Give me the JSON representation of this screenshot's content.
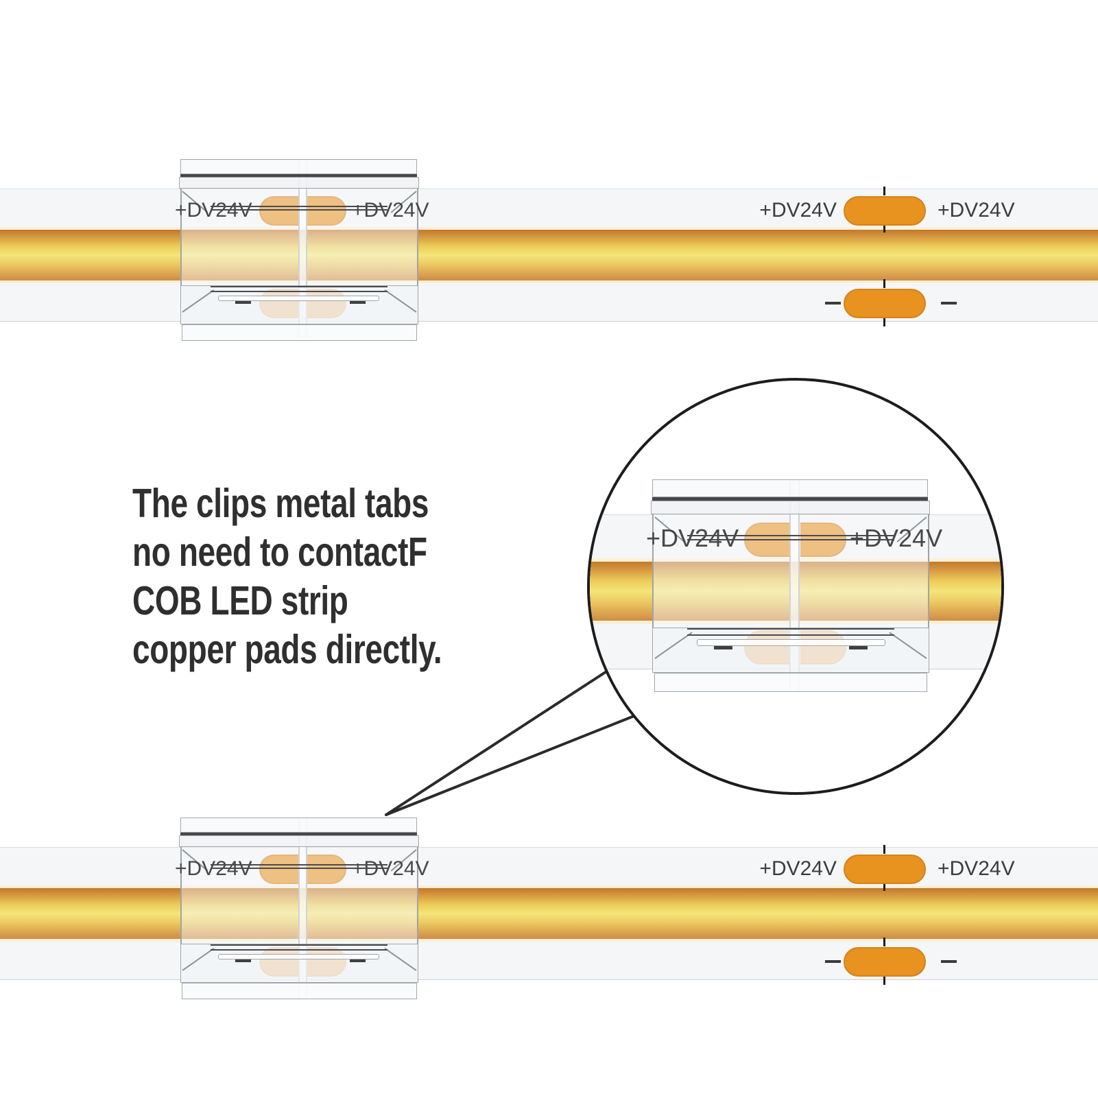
{
  "heading": {
    "line1": "The clips metal tabs",
    "line2": "no need to contactF",
    "line3": "COB LED strip",
    "line4": "copper pads directly."
  },
  "top_strip": {
    "joint": {
      "left_label": "+DV24V",
      "right_label": "+DV24V"
    },
    "pad_group": {
      "left_label": "+DV24V",
      "right_label": "+DV24V"
    }
  },
  "bottom_strip": {
    "joint": {
      "left_label": "+DV24V",
      "right_label": "+DV24V"
    },
    "pad_group": {
      "left_label": "+DV24V",
      "right_label": "+DV24V"
    }
  },
  "magnifier": {
    "joint": {
      "left_label": "+DV24V",
      "right_label": "+DV24V"
    }
  },
  "colors": {
    "pad": "#E8921F",
    "pad_border": "#D5821A",
    "band_center": "#F4E57A",
    "band_edge": "#C07A2B",
    "strip_background": "#F5F6F8",
    "heading_text": "#2F2F2F",
    "voltage_label_text": "#3C3C3C",
    "outline": "#1D1D1F"
  }
}
